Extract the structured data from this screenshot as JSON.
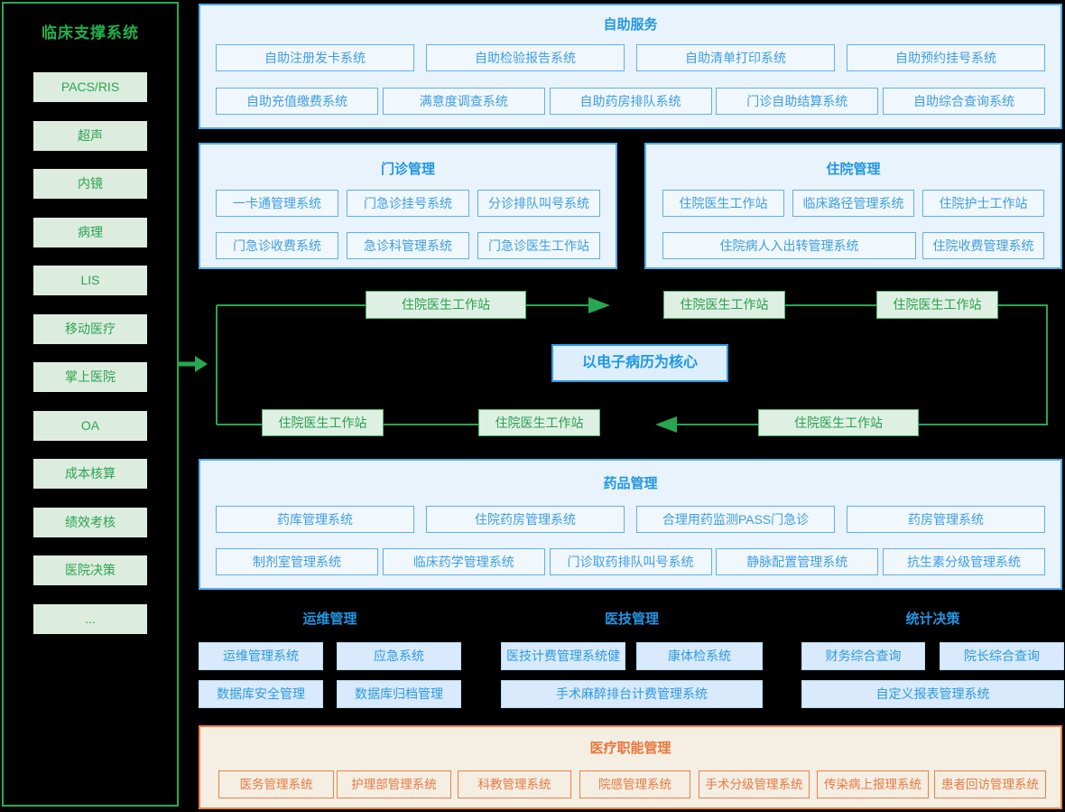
{
  "sidebar": {
    "title": "临床支撑系统",
    "items": [
      "PACS/RIS",
      "超声",
      "内镜",
      "病理",
      "LIS",
      "移动医疗",
      "掌上医院",
      "OA",
      "成本核算",
      "绩效考核",
      "医院决策",
      "..."
    ]
  },
  "self_service": {
    "title": "自助服务",
    "row1": [
      "自助注册发卡系统",
      "自助检验报告系统",
      "自助清单打印系统",
      "自助预约挂号系统"
    ],
    "row2": [
      "自助充值缴费系统",
      "满意度调查系统",
      "自助药房排队系统",
      "门诊自助结算系统",
      "自助综合查询系统"
    ]
  },
  "outpatient": {
    "title": "门诊管理",
    "row1": [
      "一卡通管理系统",
      "门急诊挂号系统",
      "分诊排队叫号系统"
    ],
    "row2": [
      "门急诊收费系统",
      "急诊科管理系统",
      "门急诊医生工作站"
    ]
  },
  "inpatient": {
    "title": "住院管理",
    "row1": [
      "住院医生工作站",
      "临床路径管理系统",
      "住院护士工作站"
    ],
    "row2": [
      "住院病人入出转管理系统",
      "住院收费管理系统"
    ]
  },
  "emr_flow": {
    "center": "以电子病历为核心",
    "nodes": [
      "住院医生工作站",
      "住院医生工作站",
      "住院医生工作站",
      "住院医生工作站",
      "住院医生工作站",
      "住院医生工作站"
    ]
  },
  "pharmacy": {
    "title": "药品管理",
    "row1": [
      "药库管理系统",
      "住院药房管理系统",
      "合理用药监测PASS门急诊",
      "药房管理系统"
    ],
    "row2": [
      "制剂室管理系统",
      "临床药学管理系统",
      "门诊取药排队叫号系统",
      "静脉配置管理系统",
      "抗生素分级管理系统"
    ]
  },
  "ops": {
    "title": "运维管理",
    "row1": [
      "运维管理系统",
      "应急系统"
    ],
    "row2": [
      "数据库安全管理",
      "数据库归档管理"
    ]
  },
  "medtech": {
    "title": "医技管理",
    "row1": [
      "医技计费管理系统健",
      "康体检系统"
    ],
    "row2": [
      "手术麻醉排台计费管理系统"
    ]
  },
  "stats": {
    "title": "统计决策",
    "row1": [
      "财务综合查询",
      "院长综合查询"
    ],
    "row2": [
      "自定义报表管理系统"
    ]
  },
  "functional": {
    "title": "医疗职能管理",
    "items": [
      "医务管理系统",
      "护理部管理系统",
      "科教管理系统",
      "院感管理系统",
      "手术分级管理系统",
      "传染病上报理系统",
      "患者回访管理系统"
    ]
  },
  "colors": {
    "green": "#1fae52",
    "blue_title": "#2196e3",
    "panel_blue_border": "#55ace8",
    "panel_blue_fill": "#e9f3fb",
    "sky_chip_fill": "#d8eafb",
    "orange_border": "#e8824a",
    "orange_fill": "#f5eee2"
  }
}
